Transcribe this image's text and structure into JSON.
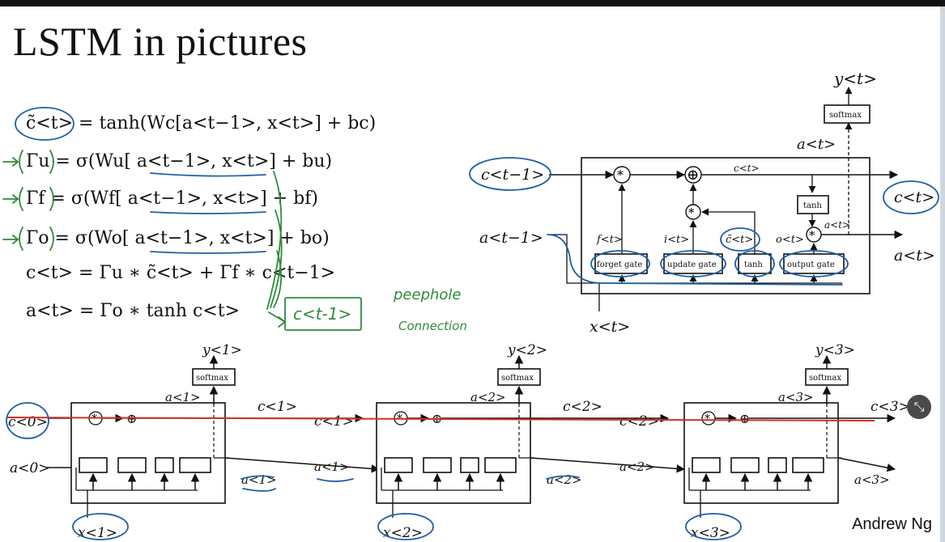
{
  "slide": {
    "title": "LSTM in pictures",
    "author": "Andrew Ng",
    "annotation": {
      "line1": "peephole",
      "line2": "Connection",
      "boxed": "c<t-1>"
    }
  },
  "equations": [
    "c̃<t> = tanh(Wc[a<t−1>, x<t>] + bc)",
    "Γu = σ(Wu[ a<t−1>, x<t>] + bu)",
    "Γf = σ(Wf[ a<t−1>, x<t>] + bf)",
    "Γo = σ(Wo[ a<t−1>, x<t>] + bo)",
    "c<t> =  Γu ∗ c̃<t> + Γf ∗ c<t−1>",
    "a<t> = Γo ∗ tanh c<t>"
  ],
  "cell": {
    "gates": [
      "forget gate",
      "update gate",
      "tanh",
      "output gate"
    ],
    "tanh_box": "tanh",
    "softmax": "softmax",
    "labels": {
      "c_prev": "c<t−1>",
      "a_prev": "a<t−1>",
      "x": "x<t>",
      "c_out": "c<t>",
      "a_out": "a<t>",
      "a_up": "a<t>",
      "y": "y<t>",
      "c_top": "c<t>",
      "f": "f<t>",
      "i": "i<t>",
      "ctil": "c̃<t>",
      "o": "o<t>",
      "a_small": "a<t>"
    }
  },
  "chain": {
    "softmax": "softmax",
    "c0": "c<0>",
    "a0": "a<0>",
    "units": [
      {
        "y": "y<1>",
        "a_up": "a<1>",
        "c_out": "c<1>",
        "c_hand": "c<1>",
        "a_out": "a<1>",
        "a_hand": "a<1>",
        "x": "x<1>"
      },
      {
        "y": "y<2>",
        "a_up": "a<2>",
        "c_out": "c<2>",
        "c_hand": "c<2>",
        "a_out": "a<2>",
        "a_hand": "a<2>",
        "x": "x<2>"
      },
      {
        "y": "y<3>",
        "a_up": "a<3>",
        "c_out": "c<3>",
        "c_hand": "",
        "a_out": "a<3>",
        "a_hand": "",
        "x": "x<3>"
      }
    ]
  },
  "colors": {
    "ink_blue": "#1e5fa8",
    "ink_green": "#2e8b3a",
    "ink_red": "#d0302a"
  },
  "icons": {
    "zoom": "zoom-corner-icon"
  }
}
